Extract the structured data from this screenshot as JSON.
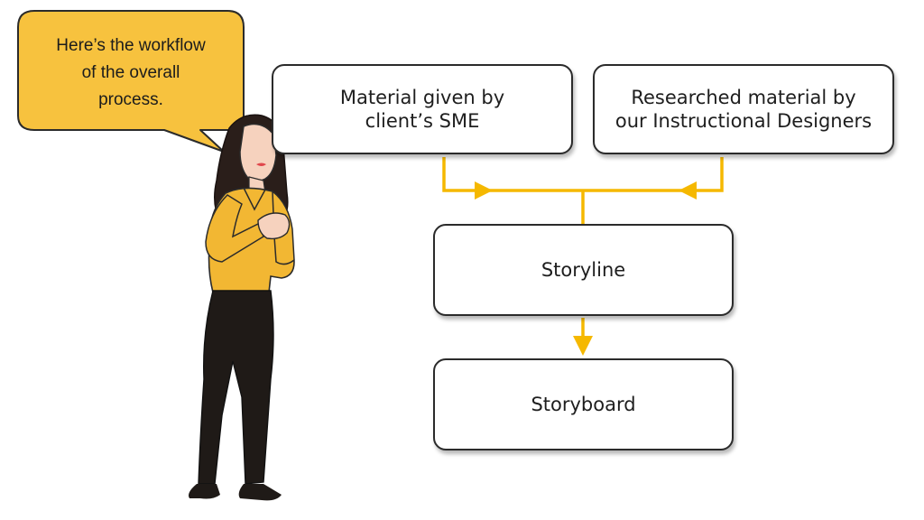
{
  "colors": {
    "accent": "#F5B800",
    "bubble_fill": "#F7C23E",
    "outline": "#2B2B2B",
    "jacket": "#F2B733",
    "pants": "#1F1A17",
    "hair": "#2A1E1A",
    "skin": "#F6D2BE"
  },
  "speech_bubble": {
    "text": "Here’s the workflow\nof the overall\nprocess."
  },
  "flow": {
    "source_a": "Material given by\nclient’s SME",
    "source_b": "Researched material by\nour Instructional Designers",
    "storyline": "Storyline",
    "storyboard": "Storyboard"
  }
}
